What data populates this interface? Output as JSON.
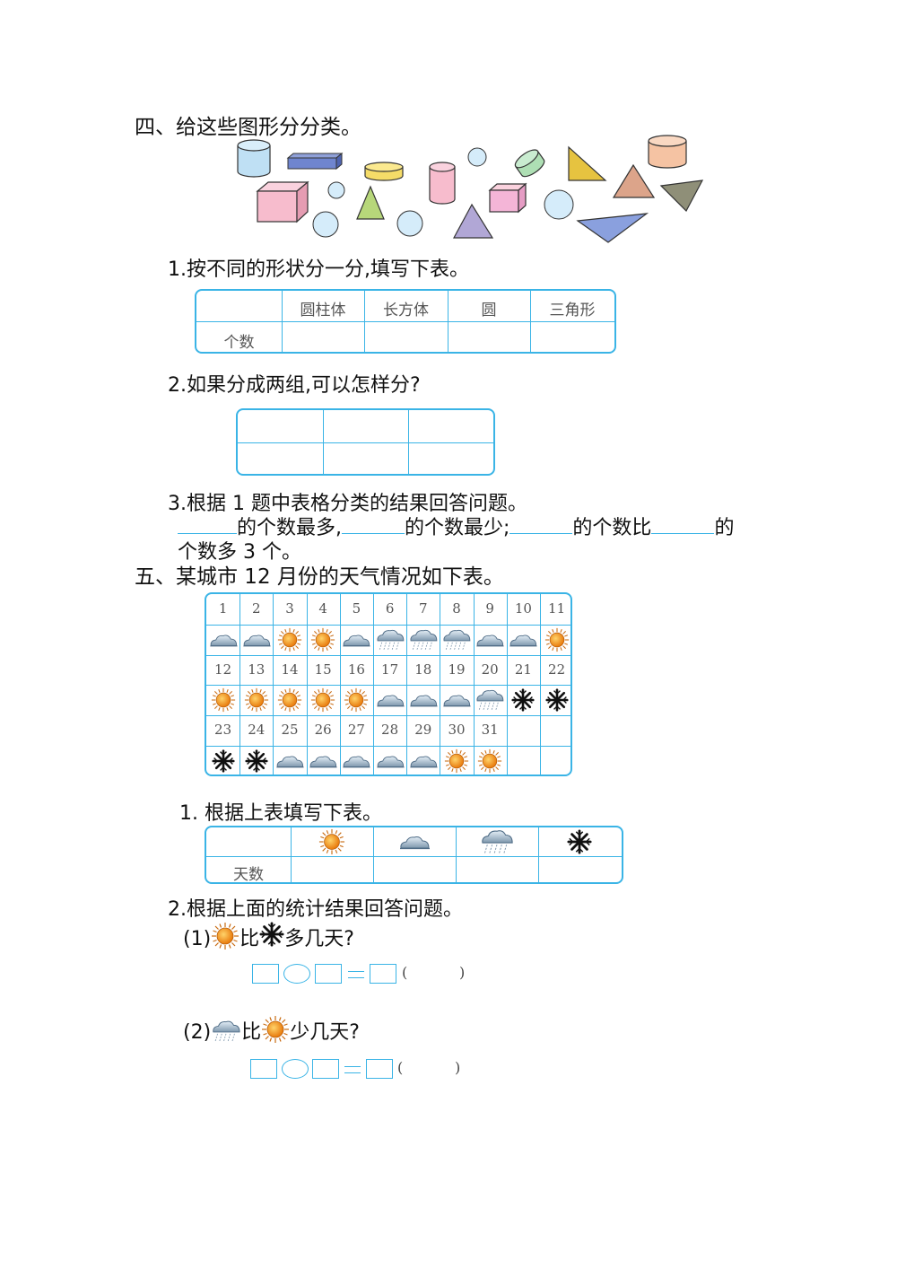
{
  "section4": {
    "title": "四、给这些图形分分类。",
    "q1": "1.按不同的形状分一分,填写下表。",
    "table_headers": [
      "圆柱体",
      "长方体",
      "圆",
      "三角形"
    ],
    "table_row_label": "个数",
    "q2": "2.如果分成两组,可以怎样分?",
    "q3": "3.根据 1 题中表格分类的结果回答问题。",
    "q3_part1": "的个数最多,",
    "q3_part2": "的个数最少;",
    "q3_part3": "的个数比",
    "q3_part4": "的",
    "q3_line2": "个数多 3 个。"
  },
  "section5": {
    "title": "五、某城市 12 月份的天气情况如下表。",
    "calendar": [
      {
        "days": [
          "1",
          "2",
          "3",
          "4",
          "5",
          "6",
          "7",
          "8",
          "9",
          "10",
          "11"
        ],
        "weather": [
          "cloud",
          "cloud",
          "sun",
          "sun",
          "cloud",
          "rain",
          "rain",
          "rain",
          "cloud",
          "cloud",
          "sun"
        ]
      },
      {
        "days": [
          "12",
          "13",
          "14",
          "15",
          "16",
          "17",
          "18",
          "19",
          "20",
          "21",
          "22"
        ],
        "weather": [
          "sun",
          "sun",
          "sun",
          "sun",
          "sun",
          "cloud",
          "cloud",
          "cloud",
          "rain",
          "snow",
          "snow"
        ]
      },
      {
        "days": [
          "23",
          "24",
          "25",
          "26",
          "27",
          "28",
          "29",
          "30",
          "31",
          "",
          ""
        ],
        "weather": [
          "snow",
          "snow",
          "cloud",
          "cloud",
          "cloud",
          "cloud",
          "cloud",
          "sun",
          "sun",
          "",
          ""
        ]
      }
    ],
    "q1": "1.  根据上表填写下表。",
    "summary_icons": [
      "sun",
      "cloud",
      "rain",
      "snow"
    ],
    "summary_row_label": "天数",
    "q2": "2.根据上面的统计结果回答问题。",
    "q2_1_prefix": "(1)",
    "q2_1_mid": "比",
    "q2_1_suffix": "多几天?",
    "q2_2_prefix": "(2)",
    "q2_2_mid": "比",
    "q2_2_suffix": "少几天?",
    "paren_open": "(",
    "paren_close": ")"
  }
}
